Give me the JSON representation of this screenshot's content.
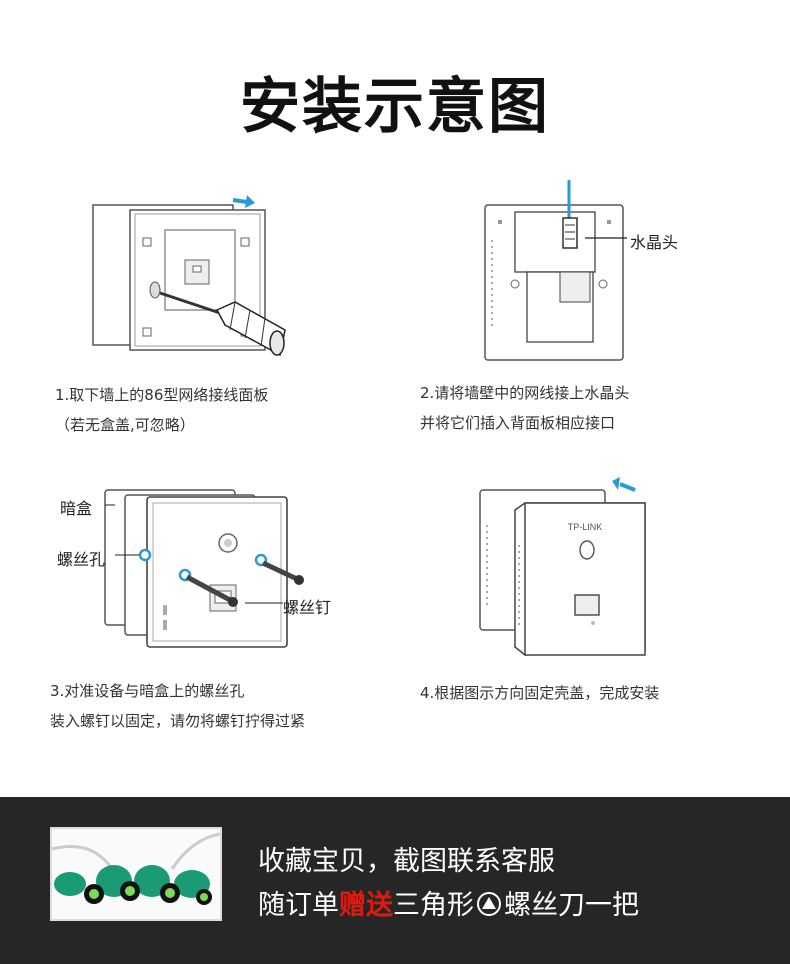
{
  "title": "安装示意图",
  "steps": [
    {
      "line1": "1.取下墙上的86型网络接线面板",
      "line2": "（若无盒盖,可忽略）"
    },
    {
      "line1": "2.请将墙壁中的网线接上水晶头",
      "line2": "并将它们插入背面板相应接口"
    },
    {
      "line1": "3.对准设备与暗盒上的螺丝孔",
      "line2": "装入螺钉以固定，请勿将螺钉拧得过紧"
    },
    {
      "line1": "4.根据图示方向固定壳盖，完成安装",
      "line2": ""
    }
  ],
  "labels": {
    "rj45": "水晶头",
    "backbox": "暗盒",
    "screw_hole": "螺丝孔",
    "screw": "螺丝钉",
    "brand": "TP-LINK"
  },
  "promo": {
    "line1": "收藏宝贝，截图联系客服",
    "line2_pre": "随订单",
    "line2_highlight": "赠送",
    "line2_mid": "三角形",
    "line2_post": "螺丝刀一把"
  },
  "colors": {
    "accent_blue": "#2a9ad6",
    "highlight_red": "#e0190f",
    "footer_bg": "#262626",
    "screwdriver_green": "#1a9b76"
  },
  "icons": [
    "arrow-right-icon",
    "arrow-left-icon",
    "triangle-icon"
  ]
}
